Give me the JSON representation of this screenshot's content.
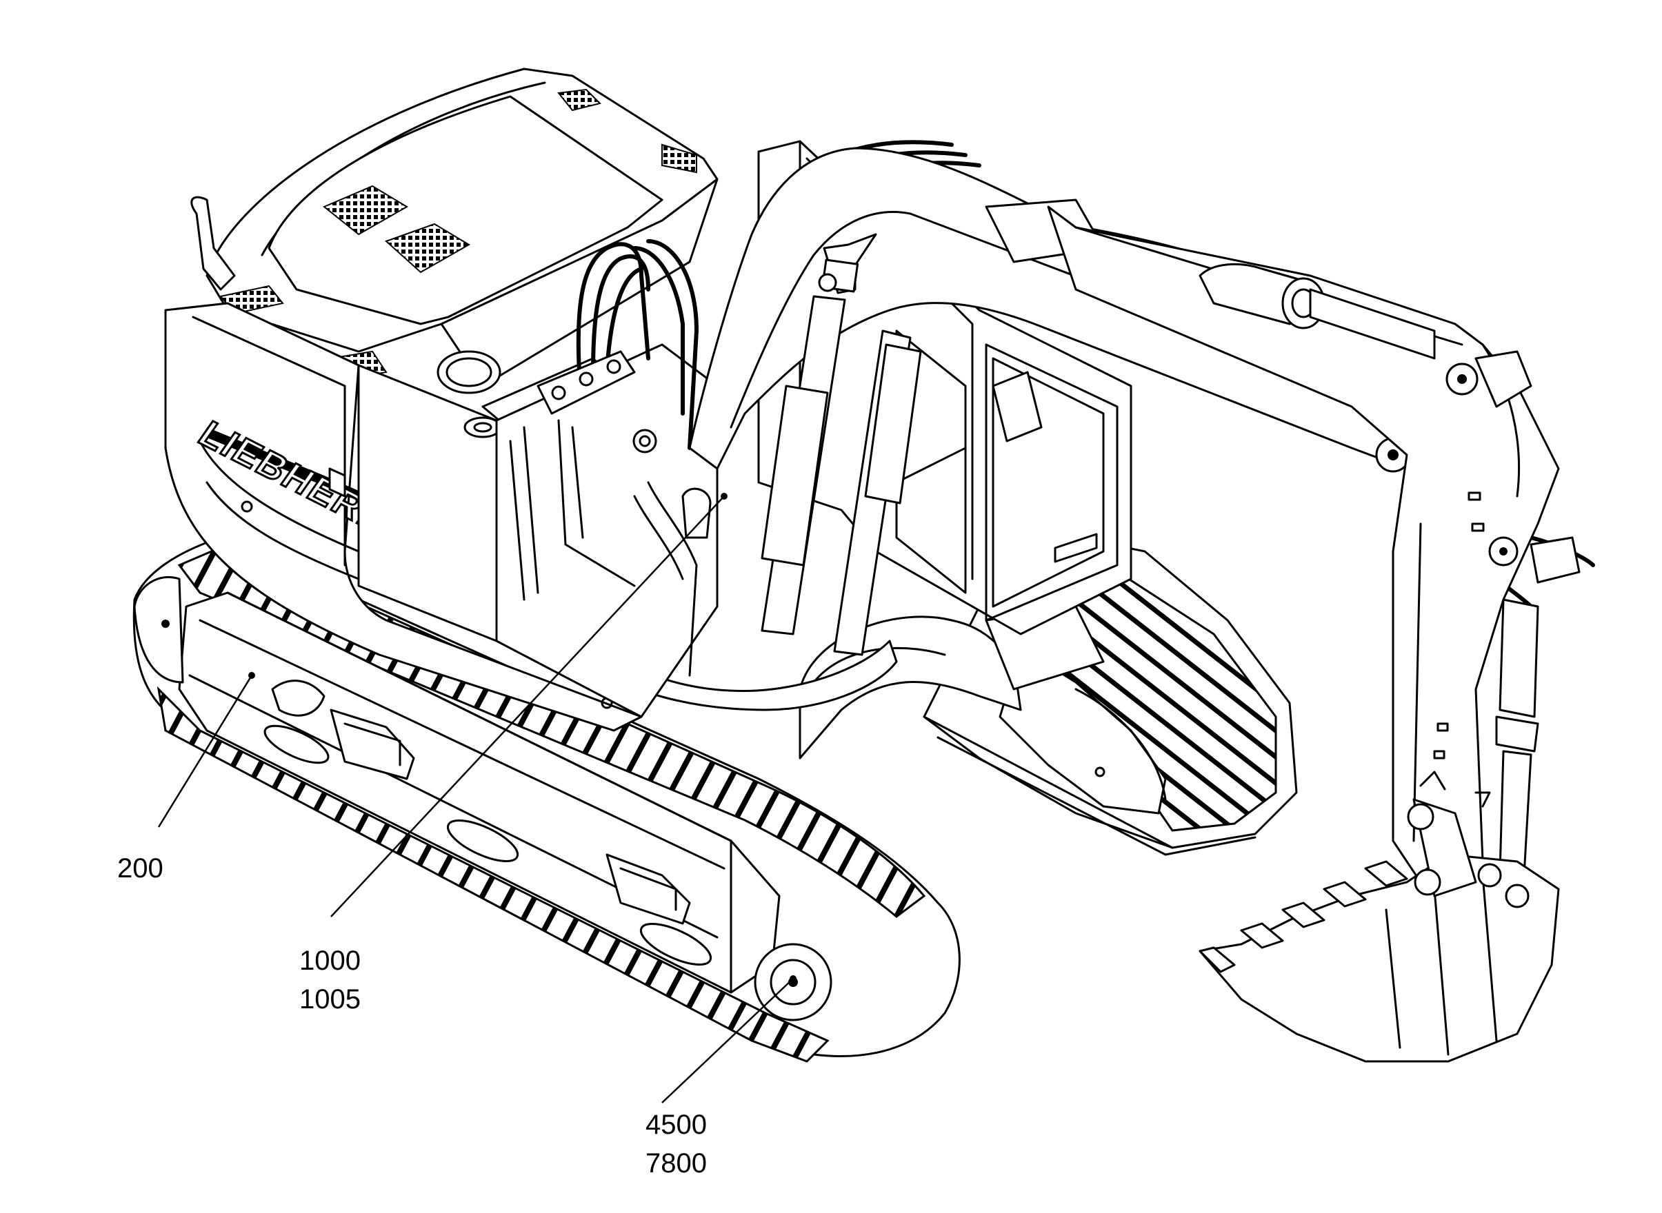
{
  "brand_text": "LIEBHERR",
  "callouts": [
    {
      "id": "c200",
      "lines": [
        "200"
      ]
    },
    {
      "id": "c1000",
      "lines": [
        "1000",
        "1005"
      ]
    },
    {
      "id": "c4500",
      "lines": [
        "4500",
        "7800"
      ]
    }
  ],
  "colors": {
    "line": "#000000",
    "background": "#ffffff"
  }
}
